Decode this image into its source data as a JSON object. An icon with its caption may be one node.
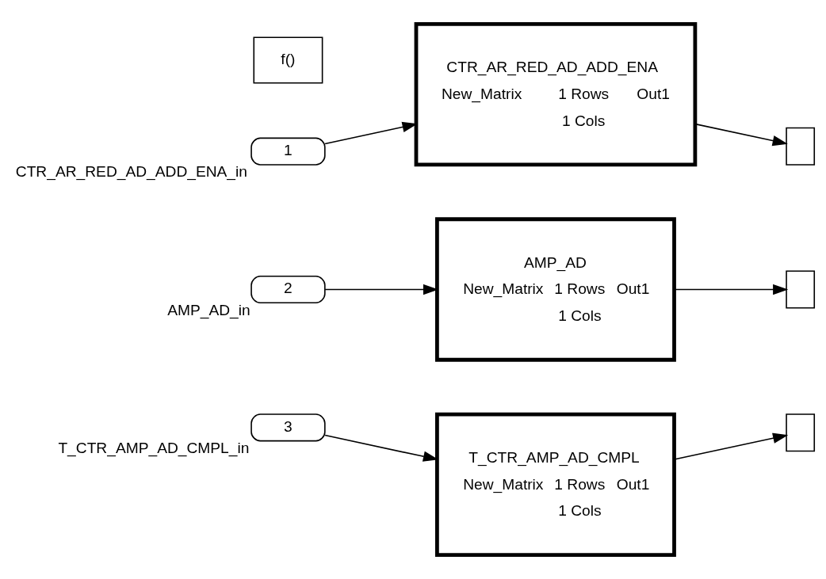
{
  "diagram": {
    "nodes": [
      {
        "text": [
          "f()"
        ]
      },
      {
        "text": [
          "1"
        ],
        "beside": [
          "CTR_AR_RED_AD_ADD_ENA_in"
        ]
      },
      {
        "text": [
          "CTR_AR_RED_AD_ADD_ENA",
          "New_Matrix",
          "1 Rows",
          "1 Cols",
          "Out1"
        ]
      },
      {
        "text": [],
        "shape": "box"
      },
      {
        "text": [
          "2"
        ],
        "beside": [
          "AMP_AD_in"
        ]
      },
      {
        "text": [
          "AMP_AD",
          "New_Matrix",
          "1 Rows",
          "1 Cols",
          "Out1"
        ]
      },
      {
        "text": [],
        "shape": "box"
      },
      {
        "text": [
          "3"
        ],
        "beside": [
          "T_CTR_AMP_AD_CMPL_in"
        ]
      },
      {
        "text": [
          "T_CTR_AMP_AD_CMPL",
          "New_Matrix",
          "1 Rows",
          "1 Cols",
          "Out1"
        ]
      },
      {
        "text": [],
        "shape": "box"
      }
    ],
    "edges": [
      {
        "from": 1,
        "to": 2,
        "arrow": "to"
      },
      {
        "from": 2,
        "to": 3,
        "arrow": "to"
      },
      {
        "from": 4,
        "to": 5,
        "arrow": "to"
      },
      {
        "from": 5,
        "to": 6,
        "arrow": "to"
      },
      {
        "from": 7,
        "to": 8,
        "arrow": "to"
      },
      {
        "from": 8,
        "to": 9,
        "arrow": "to"
      }
    ]
  }
}
